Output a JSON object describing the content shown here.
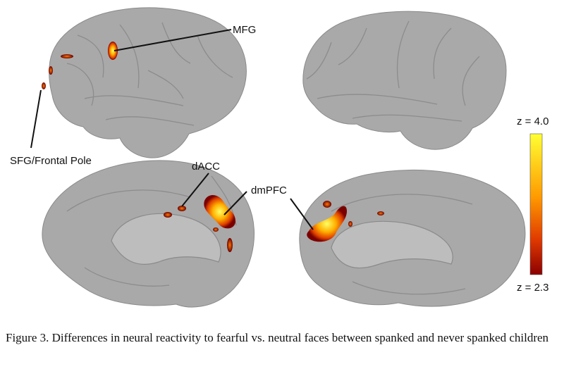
{
  "figure": {
    "annotations": {
      "mfg": "MFG",
      "sfg": "SFG/Frontal Pole",
      "dacc": "dACC",
      "dmpfc": "dmPFC"
    },
    "colorbar": {
      "max_label": "z = 4.0",
      "min_label": "z = 2.3",
      "color_top": "#ffff33",
      "color_mid": "#ff8a00",
      "color_bottom": "#8b0000"
    },
    "brain_color": "#a9a9a9"
  },
  "caption": "Figure 3. Differences in neural reactivity to fearful vs. neutral faces between spanked and never spanked children"
}
